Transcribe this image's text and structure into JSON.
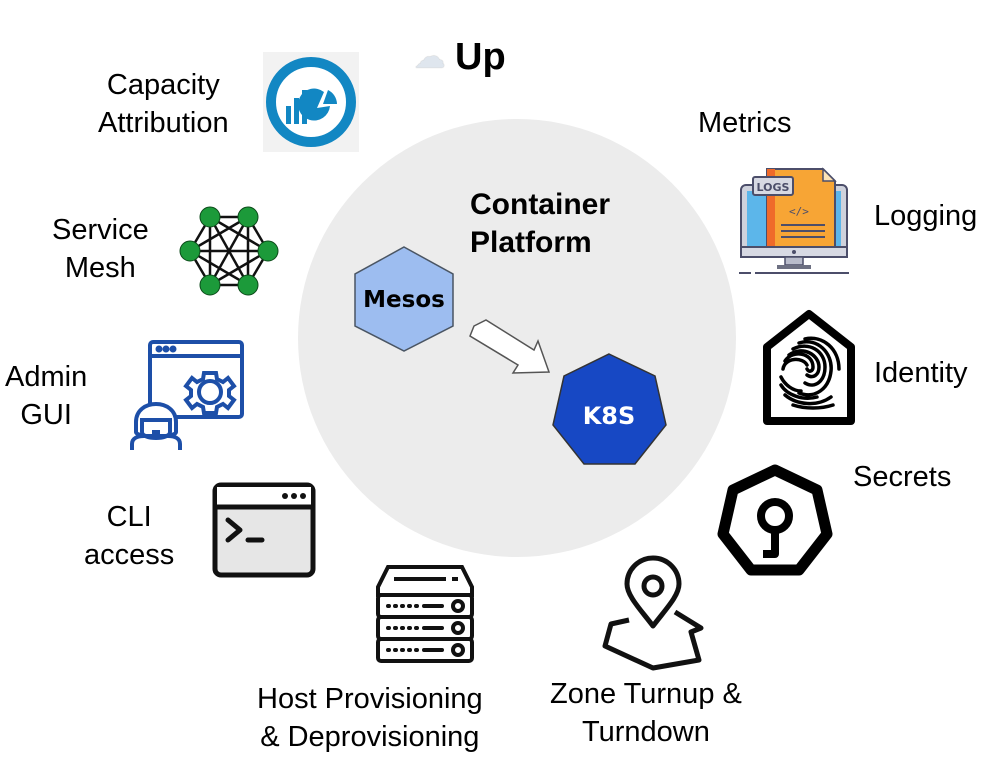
{
  "header": {
    "cloud_icon": "☁",
    "title": "Up"
  },
  "center": {
    "title_line1": "Container",
    "title_line2": "Platform",
    "from_node": {
      "label": "Mesos",
      "shape": "hexagon",
      "color": "#9dbdf0"
    },
    "to_node": {
      "label": "K8S",
      "shape": "heptagon",
      "color": "#1748c4"
    },
    "arrow": "migration-arrow",
    "circle_color": "#ececec"
  },
  "features": {
    "capacity": {
      "line1": "Capacity",
      "line2": "Attribution",
      "icon": "capacity-chart-icon",
      "color": "#1287c3"
    },
    "service_mesh": {
      "line1": "Service",
      "line2": "Mesh",
      "icon": "mesh-network-icon",
      "color": "#1c9a3a"
    },
    "admin_gui": {
      "line1": "Admin",
      "line2": "GUI",
      "icon": "admin-gear-icon",
      "color": "#1d4fa8"
    },
    "cli": {
      "line1": "CLI",
      "line2": "access",
      "icon": "terminal-icon"
    },
    "host": {
      "line1": "Host Provisioning",
      "line2": "& Deprovisioning",
      "icon": "server-rack-icon"
    },
    "zone": {
      "line1": "Zone Turnup &",
      "line2": "Turndown",
      "icon": "map-pin-icon"
    },
    "secrets": {
      "line1": "Secrets",
      "icon": "key-lock-icon"
    },
    "identity": {
      "line1": "Identity",
      "icon": "fingerprint-icon"
    },
    "logging": {
      "line1": "Logging",
      "icon": "logs-monitor-icon",
      "badge": "LOGS"
    },
    "metrics": {
      "line1": "Metrics"
    }
  }
}
